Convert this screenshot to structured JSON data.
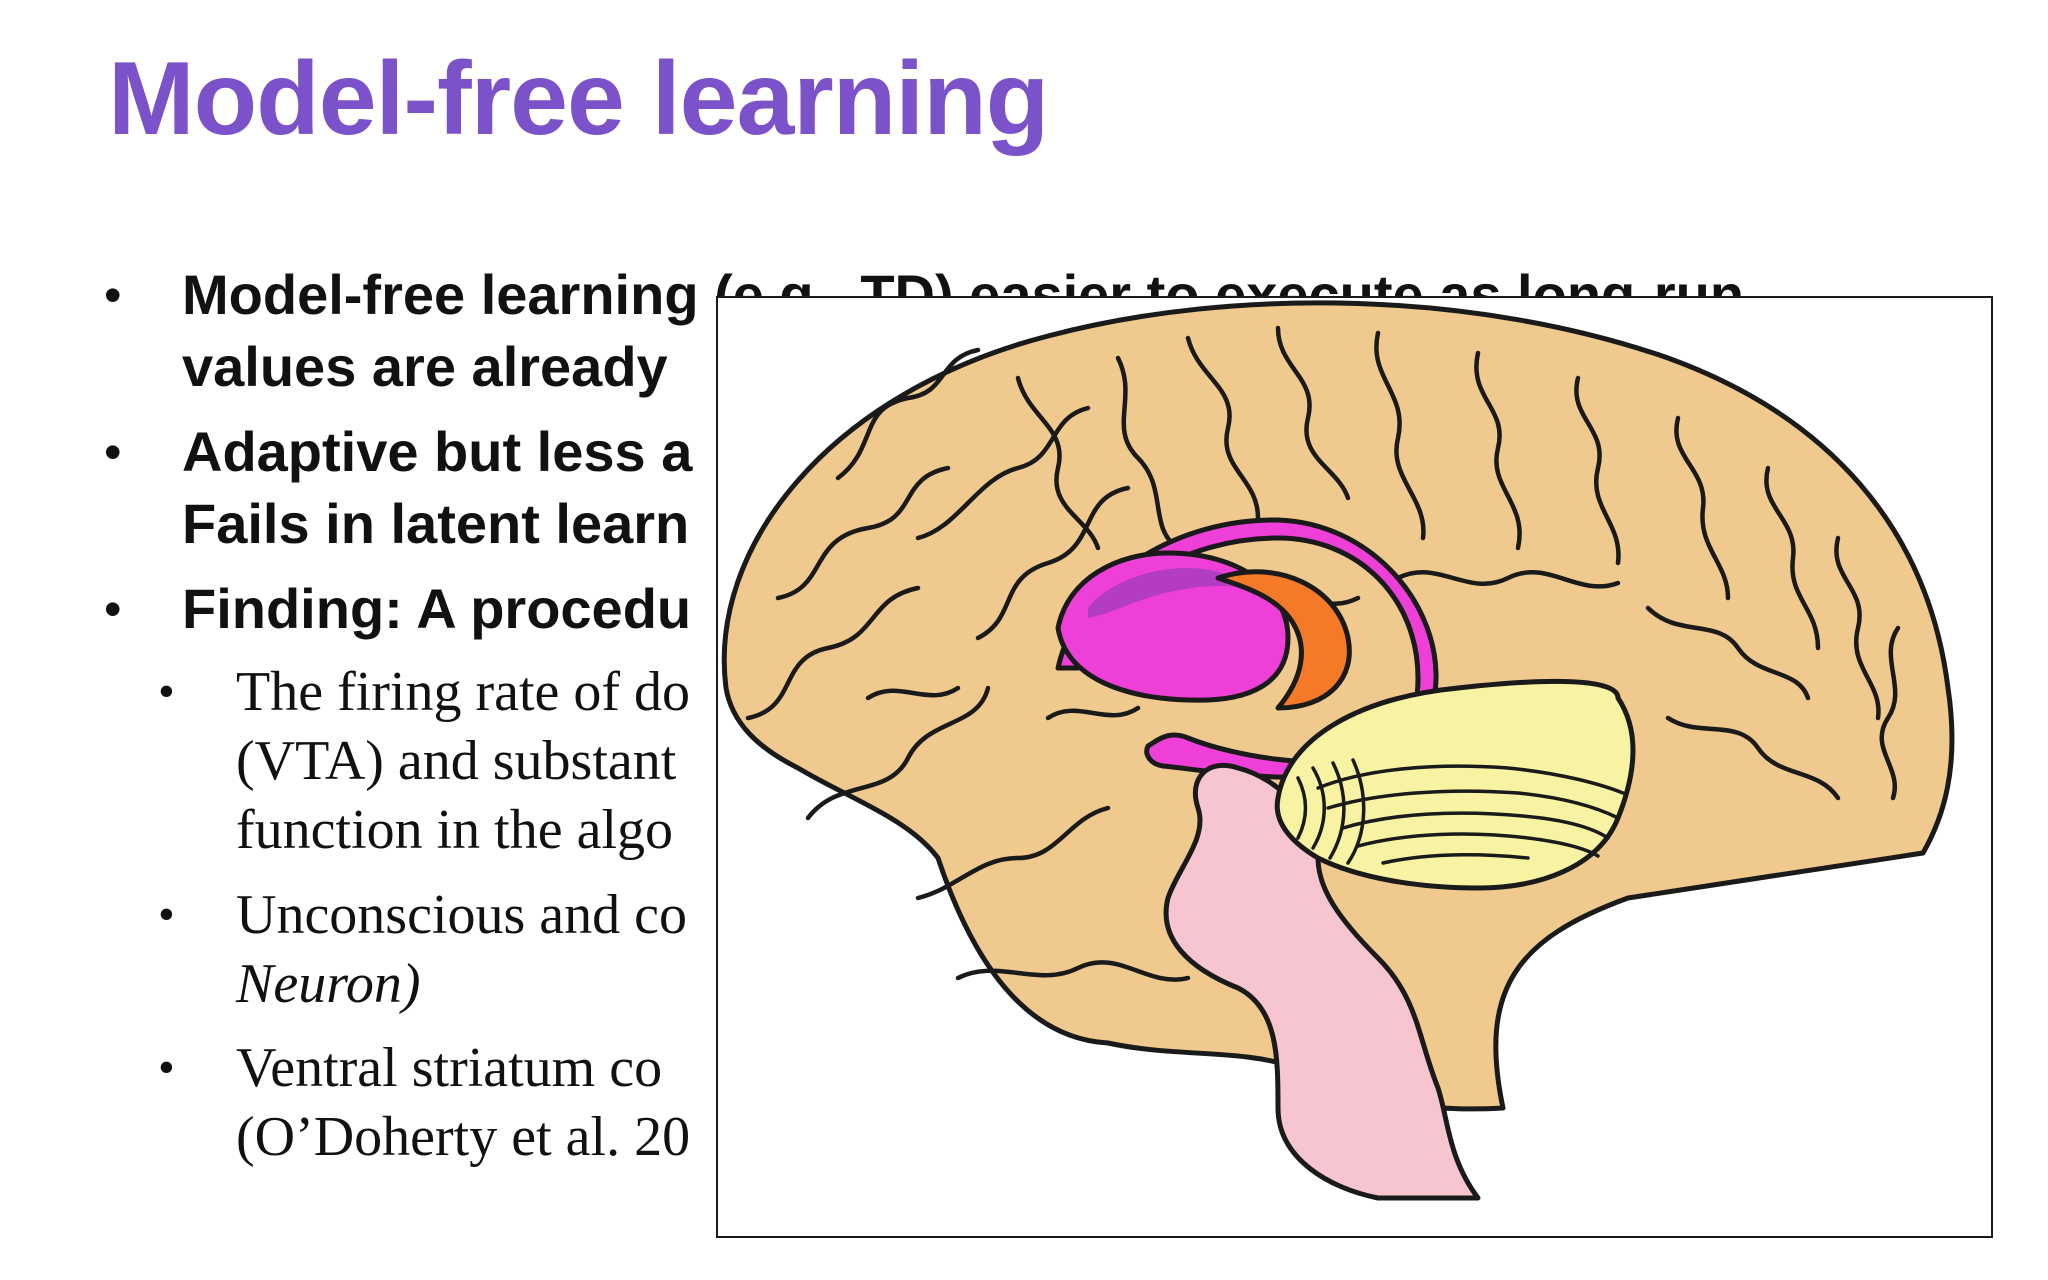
{
  "slide": {
    "title": "Model-free learning",
    "bullets": [
      {
        "line1": "Model-free learning (e.g., TD) easier to execute as long-run",
        "line2": "values are already"
      },
      {
        "line1": "Adaptive but less a",
        "line2": "Fails in latent learn"
      },
      {
        "line1": "Finding: A procedu"
      }
    ],
    "sub_bullets": [
      {
        "line1": "The firing rate of do",
        "line2": "(VTA) and substant",
        "line3": "function in the algo"
      },
      {
        "line1": "Unconscious and co",
        "line2": "Neuron)"
      },
      {
        "line1": "Ventral striatum co",
        "line2": "(O’Doherty et al. 20"
      }
    ],
    "bullet_glyph": "•"
  },
  "figure": {
    "icon": "brain-sagittal-illustration",
    "colors": {
      "cortex": "#efc98d",
      "cingulate": "#ee3fd8",
      "thalamus_shade": "#b23cc2",
      "striatum": "#f47a28",
      "cerebellum": "#f8f3a3",
      "brainstem": "#f7c5d0",
      "outline": "#1a1a1a"
    }
  }
}
